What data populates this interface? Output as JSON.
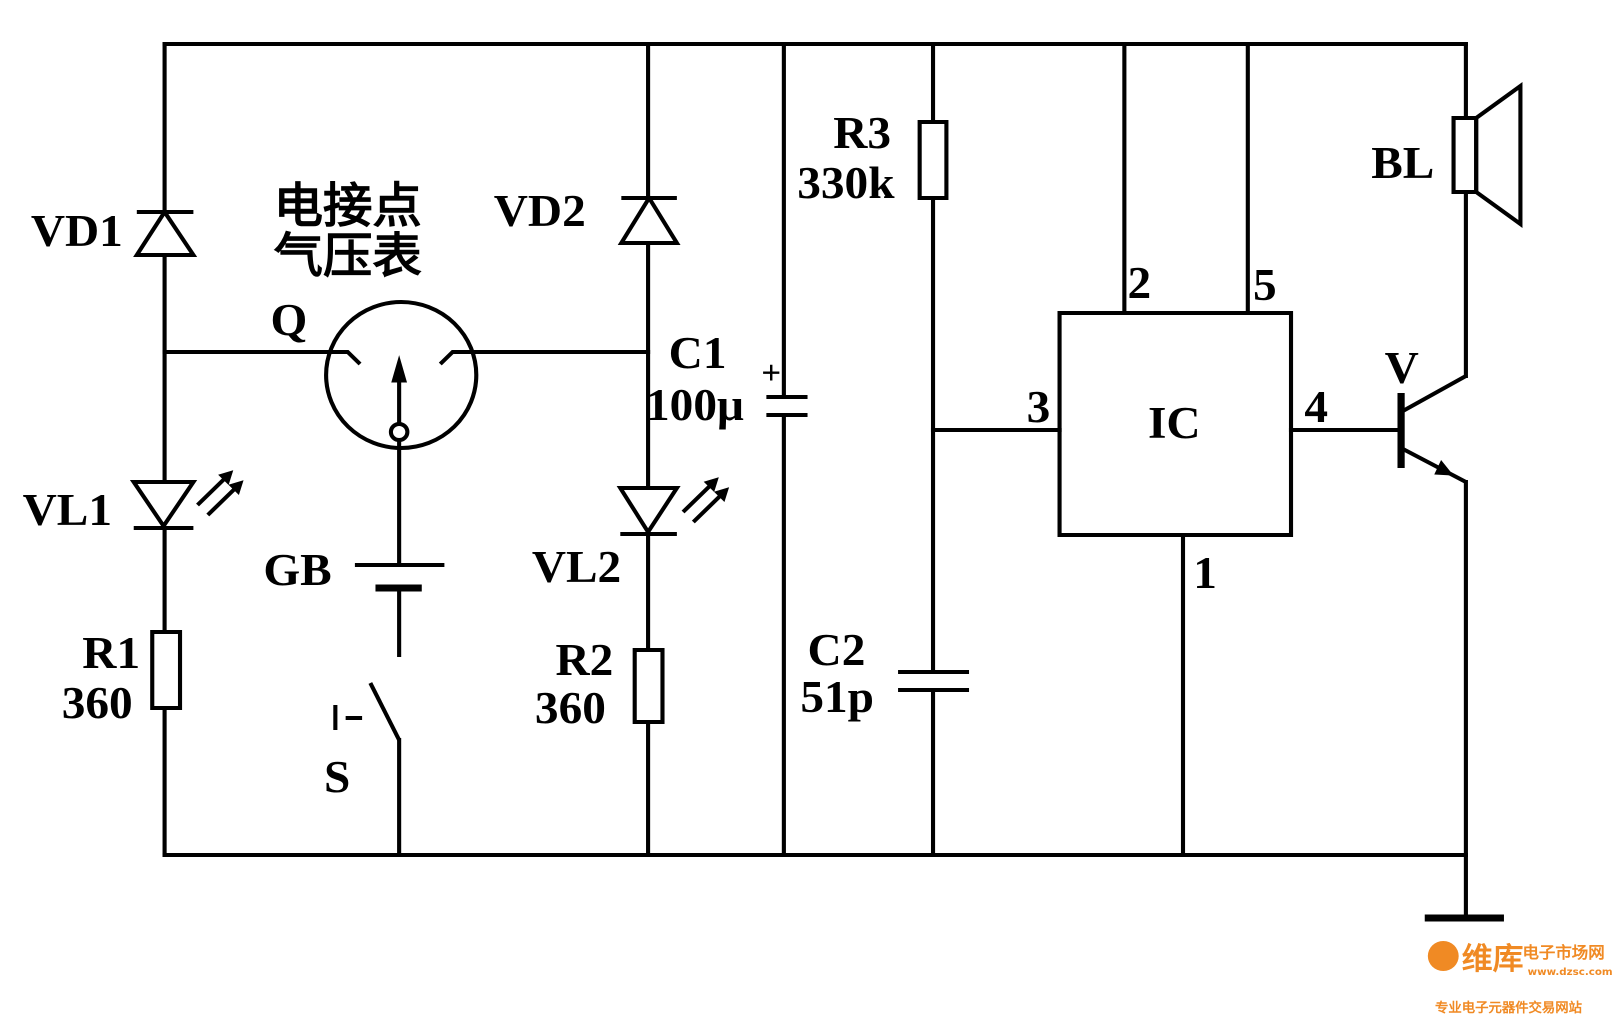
{
  "colors": {
    "line": "#000000",
    "background": "#ffffff",
    "watermark": "#f08a24"
  },
  "labels": {
    "vd1": "VD1",
    "vd2": "VD2",
    "gauge_line1": "电接点",
    "gauge_line2": "气压表",
    "q": "Q",
    "vl1": "VL1",
    "vl2": "VL2",
    "gb": "GB",
    "r1": "R1",
    "r1_value": "360",
    "r2": "R2",
    "r2_value": "360",
    "c1": "C1",
    "c1_value": "100μ",
    "c1_polarity": "+",
    "r3": "R3",
    "r3_value": "330k",
    "c2": "C2",
    "c2_value": "51p",
    "ic": "IC",
    "pins": {
      "p1": "1",
      "p2": "2",
      "p3": "3",
      "p4": "4",
      "p5": "5"
    },
    "v": "V",
    "bl": "BL",
    "s": "S"
  },
  "watermark": {
    "brand": "维库",
    "brand_sub": "电子市场网",
    "url": "www.dzsc.com",
    "tagline": "专业电子元器件交易网站"
  }
}
